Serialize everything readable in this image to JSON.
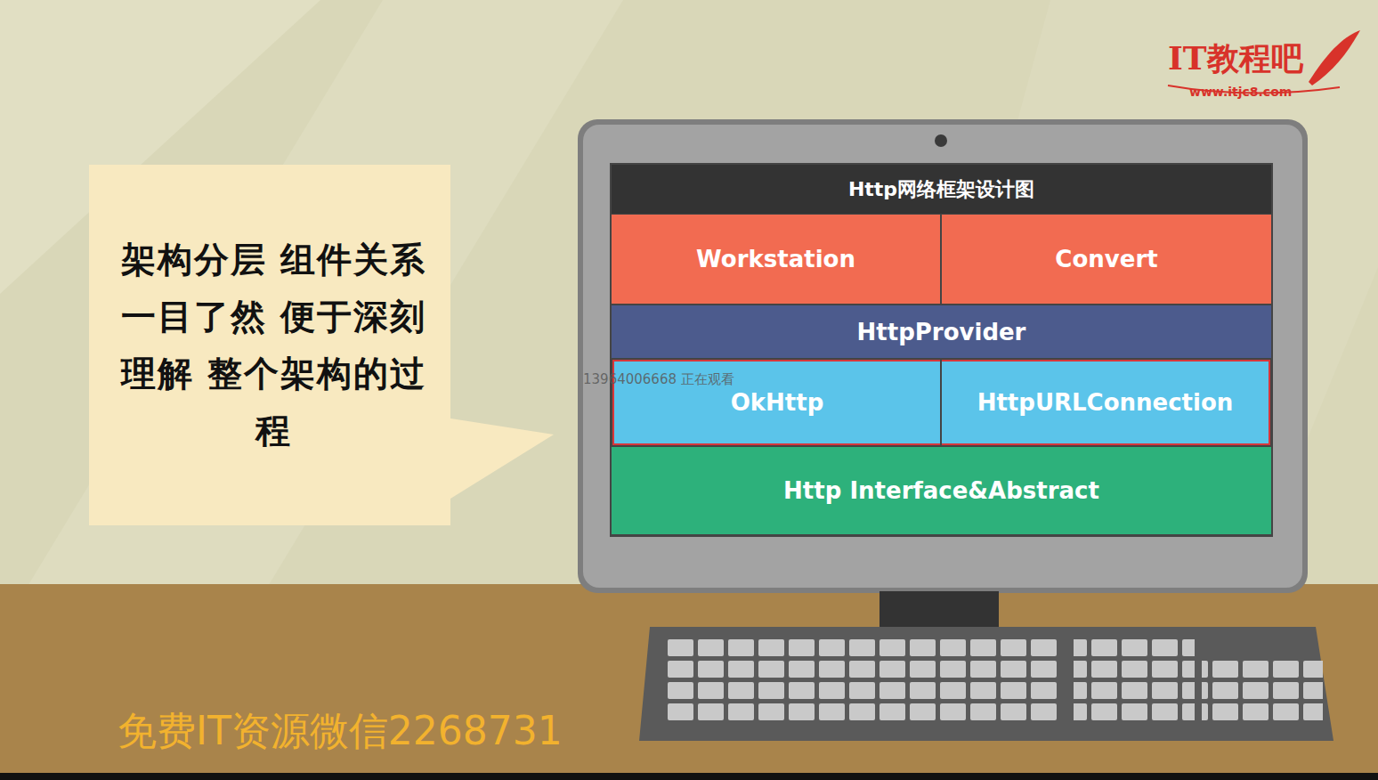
{
  "diagram": {
    "nodes": [
      {
        "text": [
          "架构分层 组件关系 一目了然 便于深刻理解 整个架构的过程"
        ]
      },
      {
        "text": [
          "Http网络框架设计图"
        ]
      },
      {
        "text": [
          "Workstation"
        ]
      },
      {
        "text": [
          "Convert"
        ]
      },
      {
        "text": [
          "HttpProvider"
        ]
      },
      {
        "text": [
          "OkHttp"
        ]
      },
      {
        "text": [
          "HttpURLConnection"
        ]
      },
      {
        "text": [
          "Http Interface&Abstract"
        ]
      }
    ],
    "edges": [],
    "labels": [
      "IT教程吧",
      "www.itjc8.com",
      "13964006668 正在观看",
      "免费IT资源微信2268731"
    ]
  }
}
